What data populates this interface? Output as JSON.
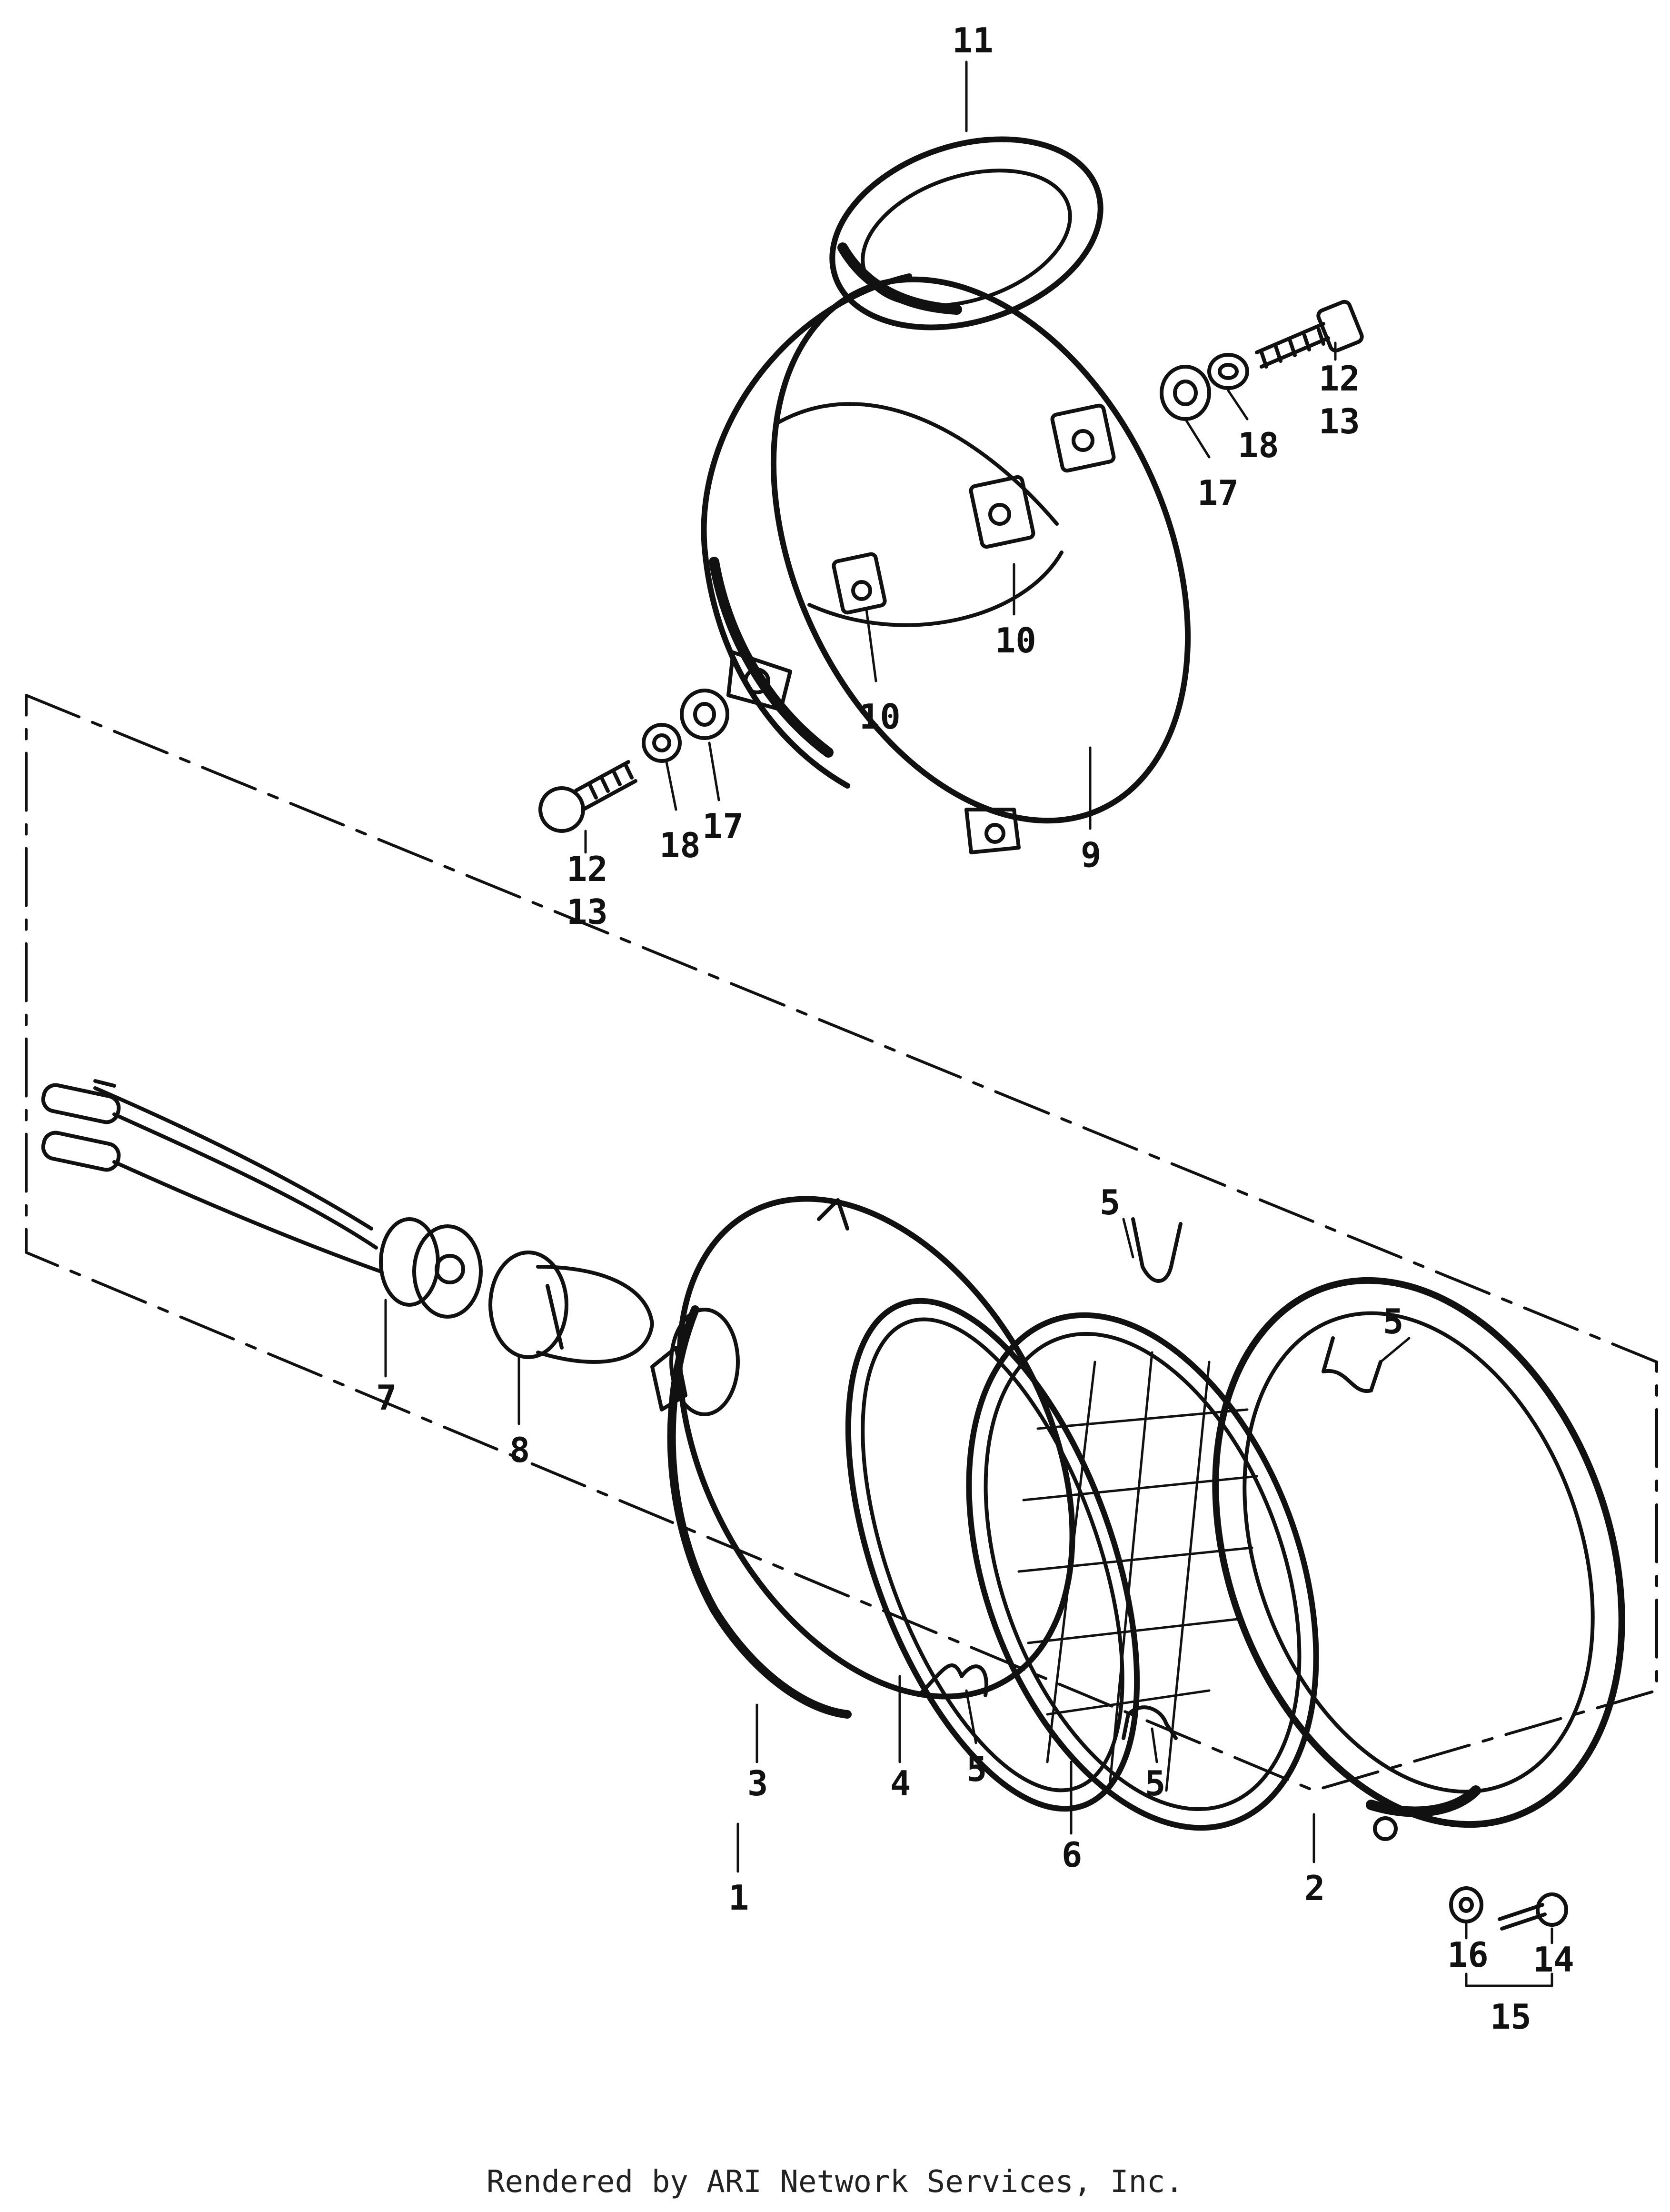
{
  "callouts": [
    {
      "id": "c11",
      "label": "11"
    },
    {
      "id": "c12a",
      "label": "12"
    },
    {
      "id": "c13a",
      "label": "13"
    },
    {
      "id": "c17a",
      "label": "17"
    },
    {
      "id": "c18a",
      "label": "18"
    },
    {
      "id": "c10a",
      "label": "10"
    },
    {
      "id": "c10b",
      "label": "10"
    },
    {
      "id": "c9",
      "label": "9"
    },
    {
      "id": "c18b",
      "label": "18"
    },
    {
      "id": "c17b",
      "label": "17"
    },
    {
      "id": "c12b",
      "label": "12"
    },
    {
      "id": "c13b",
      "label": "13"
    },
    {
      "id": "c5a",
      "label": "5"
    },
    {
      "id": "c5b",
      "label": "5"
    },
    {
      "id": "c5c",
      "label": "5"
    },
    {
      "id": "c5d",
      "label": "5"
    },
    {
      "id": "c7",
      "label": "7"
    },
    {
      "id": "c8",
      "label": "8"
    },
    {
      "id": "c3",
      "label": "3"
    },
    {
      "id": "c4",
      "label": "4"
    },
    {
      "id": "c6",
      "label": "6"
    },
    {
      "id": "c1",
      "label": "1"
    },
    {
      "id": "c2",
      "label": "2"
    },
    {
      "id": "c16",
      "label": "16"
    },
    {
      "id": "c14",
      "label": "14"
    },
    {
      "id": "c15",
      "label": "15"
    }
  ],
  "footer": "Rendered by ARI Network Services, Inc."
}
